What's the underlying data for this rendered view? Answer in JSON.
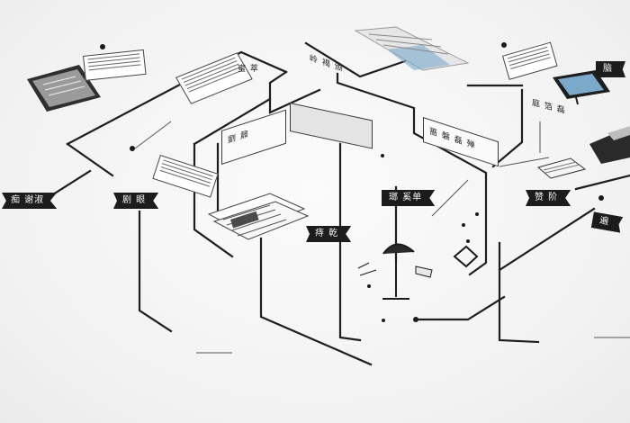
{
  "diagram": {
    "tags": [
      {
        "id": "left",
        "text": "痴 谢淑"
      },
      {
        "id": "mid-left",
        "text": "剧 眼"
      },
      {
        "id": "center",
        "text": "痔 乾"
      },
      {
        "id": "upper-center",
        "text": "瑯 奚单"
      },
      {
        "id": "right",
        "text": "赞 阶"
      },
      {
        "id": "top-right",
        "text": "脑"
      },
      {
        "id": "far-right",
        "text": "遍"
      }
    ],
    "cards": [
      {
        "id": "card-top-left",
        "text": "蜜 萃"
      },
      {
        "id": "card-center-note",
        "text": "劉 鼐"
      },
      {
        "id": "card-top-center",
        "text": "岭 褐 颁"
      },
      {
        "id": "card-right-note",
        "text": "蔷 磐 磊 殚"
      },
      {
        "id": "card-screen-note",
        "text": "庭 箔 磊"
      }
    ],
    "accent": "#2b2b2b",
    "screen_accent": "#7aa9c9"
  }
}
